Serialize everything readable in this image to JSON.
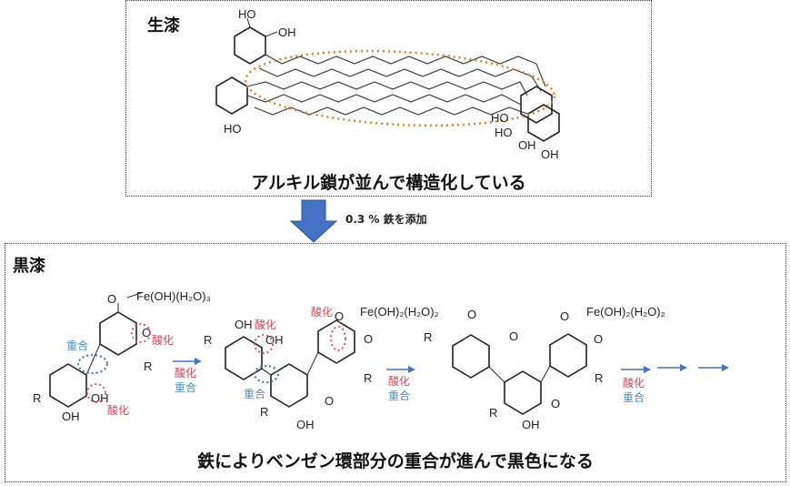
{
  "top_panel": {
    "title": "生漆",
    "caption": "アルキル鎖が並んで構造化している",
    "labels": {
      "ho1": "HO",
      "oh1": "OH",
      "ho2": "HO",
      "ho3": "HO",
      "ho4": "HO",
      "oh2": "OH",
      "oh3": "OH"
    }
  },
  "transition": {
    "label": "0.3 % 鉄を添加"
  },
  "bottom_panel": {
    "title": "黒漆",
    "caption": "鉄によりベンゼン環部分の重合が進んで黒色になる",
    "mol1": {
      "fe": "Fe(OH)(H₂O)₃",
      "o1": "O",
      "o2": "O",
      "r1": "R",
      "r2": "R",
      "oh1": "OH",
      "oh2": "OH",
      "polym": "重合",
      "ox1": "酸化",
      "ox2": "酸化"
    },
    "mol2": {
      "oh1": "OH",
      "ox1": "酸化",
      "oh2": "OH",
      "r1": "R",
      "polym": "重合",
      "r2": "R",
      "oh3": "OH",
      "o1": "O",
      "ox2": "酸化",
      "o2": "O",
      "fe": "Fe(OH)₂(H₂O)₂",
      "o3": "O",
      "r3": "R"
    },
    "mol3": {
      "o1": "O",
      "r1": "R",
      "o2": "O",
      "r2": "R",
      "oh": "OH",
      "o3": "O",
      "o4": "O",
      "fe": "Fe(OH)₂(H₂O)₂",
      "o5": "O",
      "r3": "R"
    },
    "step_labels": {
      "ox": "酸化",
      "polym": "重合"
    }
  },
  "colors": {
    "arrow": "#4472c4",
    "oxidation": "#d9434f",
    "polymerization": "#4a90c0",
    "highlight": "#e07b24"
  }
}
